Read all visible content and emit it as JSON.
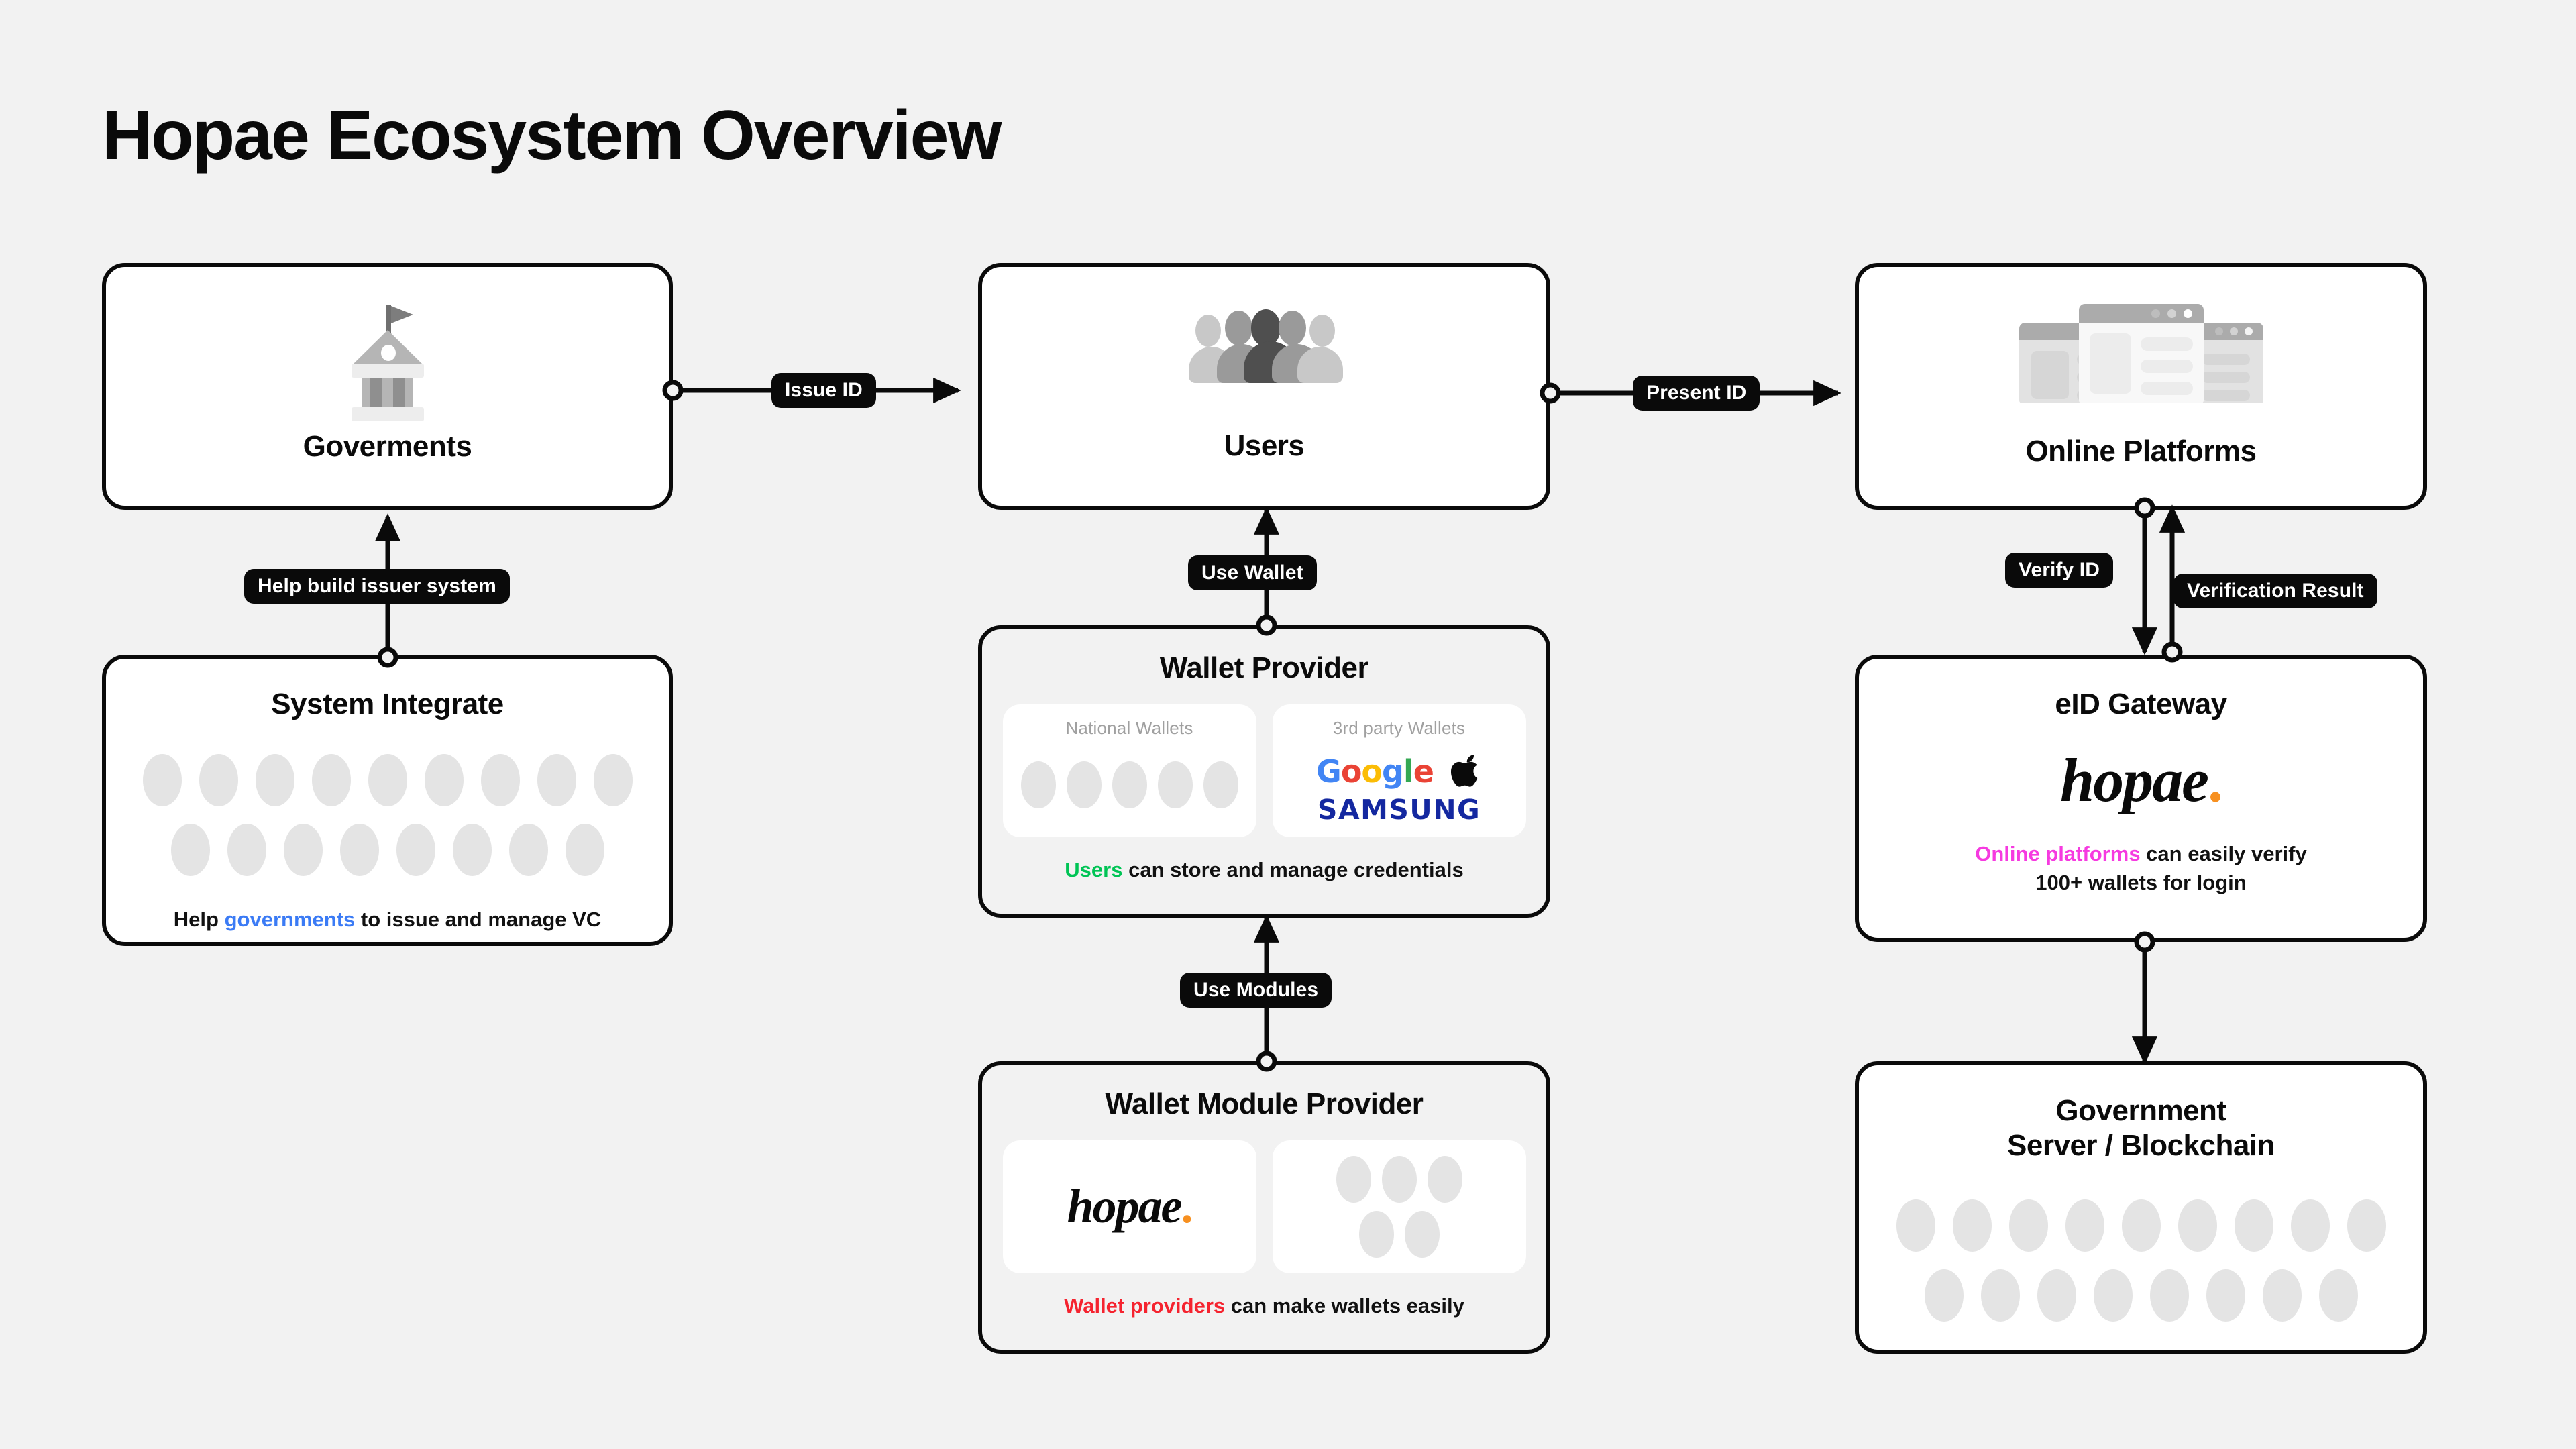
{
  "page": {
    "title": "Hopae Ecosystem Overview",
    "background_color": "#f2f2f2",
    "stroke_color": "#0a0a0a"
  },
  "nodes": {
    "governments": {
      "title": "Goverments",
      "icon": "government-building-icon"
    },
    "users": {
      "title": "Users",
      "icon": "users-group-icon"
    },
    "online_platforms": {
      "title": "Online Platforms",
      "icon": "browser-windows-icon"
    },
    "system_integrate": {
      "title": "System Integrate",
      "caption_pre": "Help ",
      "caption_highlight": "governments",
      "caption_post": " to issue and manage VC",
      "highlight_color": "#3b7bf5",
      "placeholder_rows": [
        9,
        8
      ]
    },
    "wallet_provider": {
      "title": "Wallet Provider",
      "caption_highlight": "Users",
      "caption_post": " can store and manage credentials",
      "highlight_color": "#00c455",
      "panels": [
        {
          "label": "National Wallets",
          "content": "placeholder-pills",
          "pill_count": 5
        },
        {
          "label": "3rd party Wallets",
          "content": "brand-logos",
          "logos": [
            "Google",
            "Apple",
            "SAMSUNG"
          ],
          "google_letters": [
            "G",
            "o",
            "o",
            "g",
            "l",
            "e"
          ],
          "google_colors": [
            "#4285f4",
            "#ea4335",
            "#fbbc05",
            "#4285f4",
            "#34a853",
            "#ea4335"
          ],
          "samsung_text": "SAMSUNG",
          "samsung_color": "#1428a0"
        }
      ]
    },
    "wallet_module_provider": {
      "title": "Wallet Module Provider",
      "caption_highlight": "Wallet providers",
      "caption_post": " can make wallets easily",
      "highlight_color": "#f5232f",
      "panels": [
        {
          "content": "hopae-logo",
          "logo_text": "hopae",
          "logo_dot": "."
        },
        {
          "content": "placeholder-pills",
          "pill_rows": [
            3,
            2
          ]
        }
      ]
    },
    "eid_gateway": {
      "title": "eID Gateway",
      "logo_text": "hopae",
      "logo_dot": ".",
      "logo_dot_color": "#f79020",
      "caption_highlight": "Online platforms",
      "caption_post": " can easily verify",
      "caption_line2": "100+ wallets for login",
      "highlight_color": "#f63ae0"
    },
    "government_server": {
      "title_line1": "Government",
      "title_line2": "Server / Blockchain",
      "placeholder_rows": [
        9,
        8
      ]
    }
  },
  "connectors": [
    {
      "id": "issue-id",
      "label": "Issue ID",
      "from": "governments",
      "to": "users",
      "direction": "right"
    },
    {
      "id": "present-id",
      "label": "Present ID",
      "from": "users",
      "to": "online_platforms",
      "direction": "right"
    },
    {
      "id": "help-build-issuer-system",
      "label": "Help build issuer system",
      "from": "system_integrate",
      "to": "governments",
      "direction": "up"
    },
    {
      "id": "use-wallet",
      "label": "Use Wallet",
      "from": "wallet_provider",
      "to": "users",
      "direction": "up"
    },
    {
      "id": "use-modules",
      "label": "Use Modules",
      "from": "wallet_module_provider",
      "to": "wallet_provider",
      "direction": "up"
    },
    {
      "id": "verify-id",
      "label": "Verify ID",
      "from": "online_platforms",
      "to": "eid_gateway",
      "direction": "down"
    },
    {
      "id": "verification-result",
      "label": "Verification Result",
      "from": "eid_gateway",
      "to": "online_platforms",
      "direction": "up"
    },
    {
      "id": "eid-to-server",
      "label": "",
      "from": "eid_gateway",
      "to": "government_server",
      "direction": "down"
    }
  ]
}
